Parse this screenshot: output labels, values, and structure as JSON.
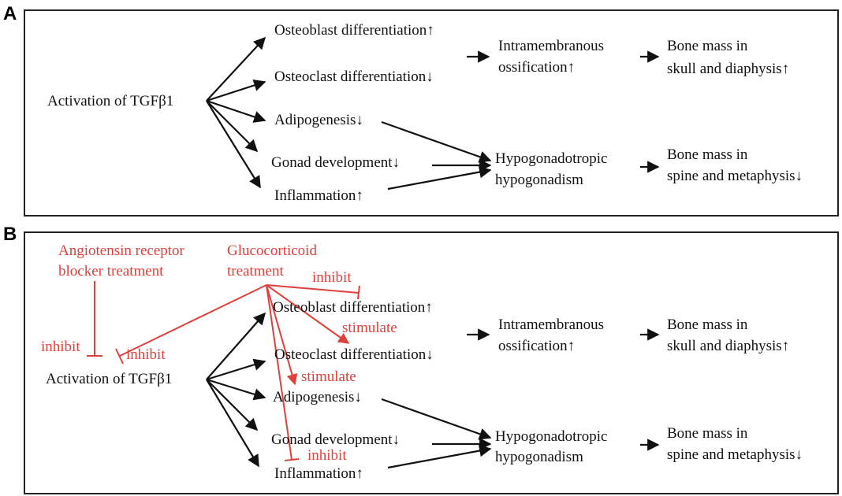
{
  "panel_a": {
    "label": "A",
    "activation": "Activation of TGFβ1",
    "osteoblast": "Osteoblast differentiation↑",
    "osteoclast": "Osteoclast differentiation↓",
    "adipogenesis": "Adipogenesis↓",
    "gonad": "Gonad development↓",
    "inflammation": "Inflammation↑",
    "intramembranous_line1": "Intramembranous",
    "intramembranous_line2": "ossification↑",
    "hypo_line1": "Hypogonadotropic",
    "hypo_line2": "hypogonadism",
    "bone_skull_line1": "Bone mass in",
    "bone_skull_line2": "skull and diaphysis↑",
    "bone_spine_line1": "Bone mass in",
    "bone_spine_line2": "spine and metaphysis↓"
  },
  "panel_b": {
    "label": "B",
    "arb_line1": "Angiotensin receptor",
    "arb_line2": "blocker treatment",
    "gc_line1": "Glucocorticoid",
    "gc_line2": "treatment",
    "inhibit_ob": "inhibit",
    "stimulate_oc": "stimulate",
    "stimulate_adipo": "stimulate",
    "inhibit_arb": "inhibit",
    "inhibit_gc": "inhibit",
    "inhibit_infl": "inhibit",
    "activation": "Activation of TGFβ1",
    "osteoblast": "Osteoblast differentiation↑",
    "osteoclast": "Osteoclast differentiation↓",
    "adipogenesis": "Adipogenesis↓",
    "gonad": "Gonad development↓",
    "inflammation": "Inflammation↑",
    "intramembranous_line1": "Intramembranous",
    "intramembranous_line2": "ossification↑",
    "hypo_line1": "Hypogonadotropic",
    "hypo_line2": "hypogonadism",
    "bone_skull_line1": "Bone mass in",
    "bone_skull_line2": "skull and diaphysis↑",
    "bone_spine_line1": "Bone mass in",
    "bone_spine_line2": "spine and metaphysis↓"
  },
  "colors": {
    "black_edge": "#111111",
    "red_edge": "#e0403b"
  }
}
